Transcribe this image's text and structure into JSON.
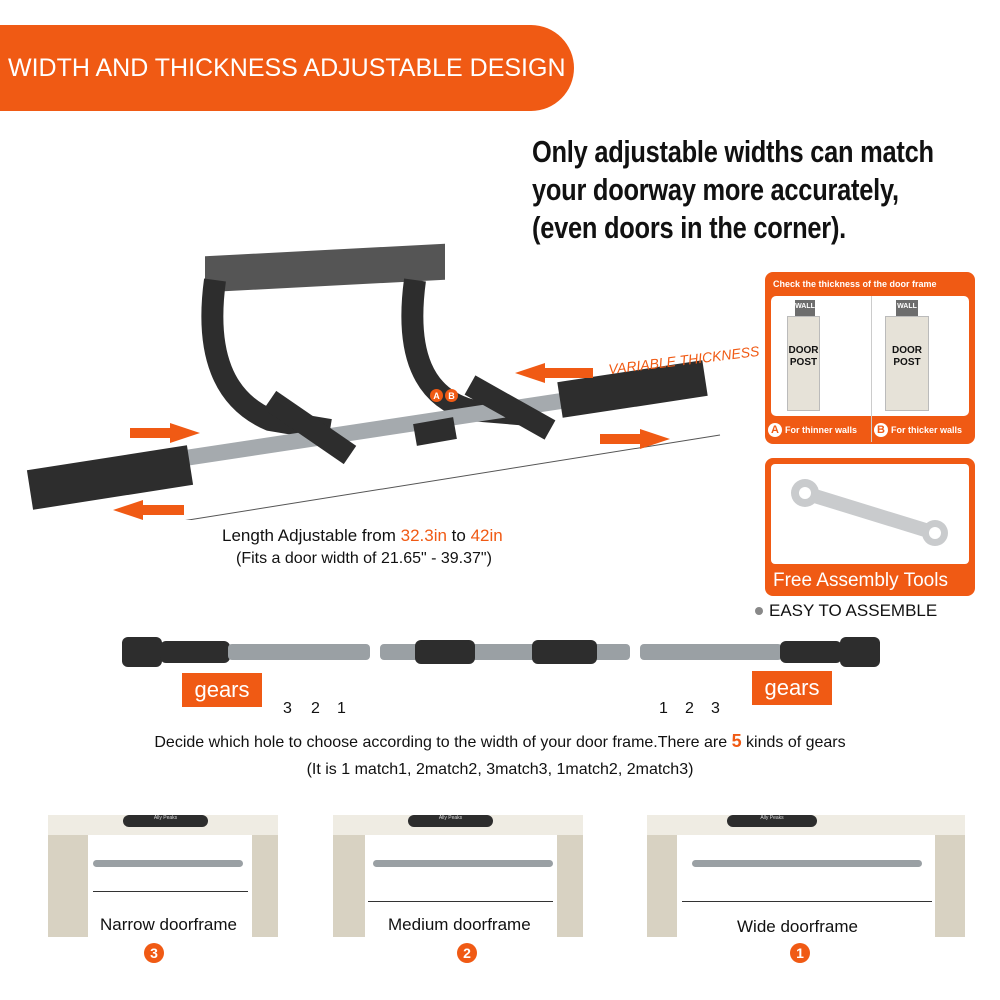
{
  "banner": {
    "title": "WIDTH AND THICKNESS ADJUSTABLE DESIGN"
  },
  "headline": {
    "line1": "Only adjustable widths can match",
    "line2": "your doorway more accurately,",
    "line3": "(even doors in the corner)."
  },
  "main_diagram": {
    "variable_thickness": "VARIABLE THICKNESS",
    "marker_a": "A",
    "marker_b": "B",
    "length_prefix": "Length Adjustable from ",
    "length_min": "32.3in",
    "length_to": " to ",
    "length_max": "42in",
    "fits": "(Fits a door width of 21.65\" - 39.37\")"
  },
  "thickness_card": {
    "title": "Check the thickness of the door frame",
    "wall": "WALL",
    "post_line1": "DOOR",
    "post_line2": "POST",
    "a_letter": "A",
    "a_label": "For thinner walls",
    "b_letter": "B",
    "b_label": "For thicker walls"
  },
  "tools_card": {
    "label": "Free Assembly Tools",
    "bullet": "EASY TO ASSEMBLE"
  },
  "gears": {
    "left_label": "gears",
    "right_label": "gears",
    "left_numbers": [
      "3",
      "2",
      "1"
    ],
    "right_numbers": [
      "1",
      "2",
      "3"
    ]
  },
  "instructions": {
    "prefix": "Decide which hole to choose according to the width of your door frame.There are ",
    "count": "5",
    "suffix": " kinds of gears",
    "matches": "(It is 1 match1,   2match2,  3match3,  1match2,  2match3)"
  },
  "doorframes": [
    {
      "label": "Narrow doorframe",
      "badge": "3",
      "brand": "Ally Peaks"
    },
    {
      "label": "Medium doorframe",
      "badge": "2",
      "brand": "Ally Peaks"
    },
    {
      "label": "Wide doorframe",
      "badge": "1",
      "brand": "Ally Peaks"
    }
  ],
  "colors": {
    "accent": "#f05a14",
    "grip": "#2d2d2d",
    "steel": "#9aa0a4"
  }
}
